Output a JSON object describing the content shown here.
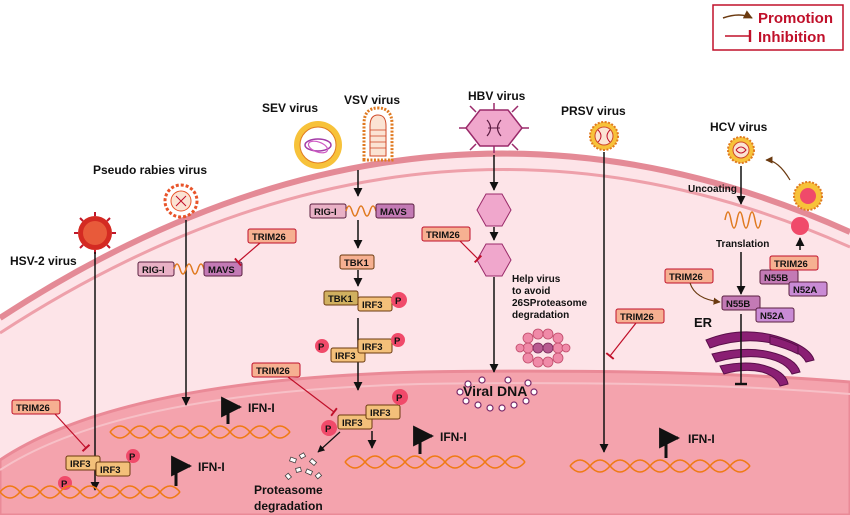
{
  "legend": {
    "promotion": "Promotion",
    "inhibition": "Inhibition"
  },
  "viruses": {
    "hsv2": "HSV-2 virus",
    "pseudorabies": "Pseudo rabies virus",
    "sev": "SEV virus",
    "vsv": "VSV virus",
    "hbv": "HBV virus",
    "prsv": "PRSV virus",
    "hcv": "HCV virus"
  },
  "proteins": {
    "trim26": "TRIM26",
    "rigi": "RIG-I",
    "mavs": "MAVS",
    "tbk1": "TBK1",
    "irf3": "IRF3",
    "p": "P",
    "n55b": "N55B",
    "n52a": "N52A"
  },
  "labels": {
    "ifn": "IFN-I",
    "uncoating": "Uncoating",
    "translation": "Translation",
    "er": "ER",
    "viral_dna": "Viral DNA",
    "help_virus": [
      "Help virus",
      "to avoid",
      "26SProteasome",
      "degradation"
    ],
    "proteasome_deg": [
      "Proteasome",
      "degradation"
    ]
  },
  "colors": {
    "legend_border": "#c0102a",
    "cell_fill": "#fde4e8",
    "cell_edge": "#e48a96",
    "nucleus_fill": "#f4a3ad",
    "trim_fill": "#f6b091",
    "trim_edge": "#c0102a",
    "irf3_fill": "#f3c07a",
    "rigi_fill": "#e9b1c6",
    "mavs_fill": "#c37ab5",
    "tbk1_fill": "#d0b060",
    "phospho": "#f04a6a",
    "dna": "#f07a14",
    "hbv_hex": "#f0a7cc",
    "er_fill": "#8a1f73",
    "n52a_fill": "#c98bd5"
  }
}
